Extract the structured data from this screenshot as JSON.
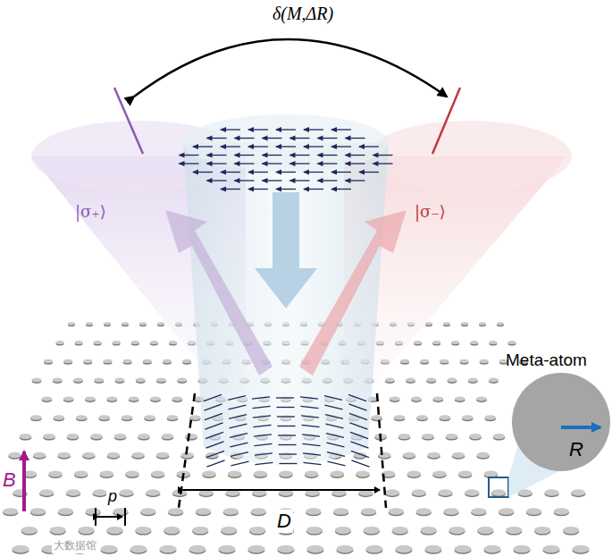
{
  "diagram": {
    "labels": [
      "δ(M,ΔR)",
      "|σ₊⟩",
      "|σ₋⟩",
      "Meta-atom",
      "R",
      "B",
      "p",
      "D",
      "大数据馆"
    ]
  }
}
